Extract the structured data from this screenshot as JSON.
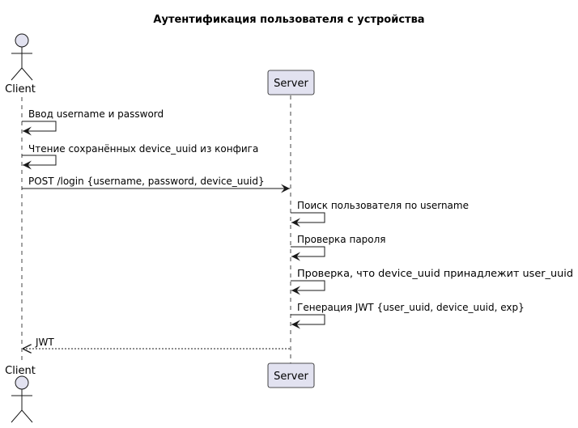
{
  "diagram": {
    "type": "sequence",
    "title": "Аутентификация пользователя с устройства",
    "participants": [
      {
        "id": "client",
        "label": "Client",
        "kind": "actor"
      },
      {
        "id": "server",
        "label": "Server",
        "kind": "participant"
      }
    ],
    "messages": [
      {
        "from": "client",
        "to": "client",
        "label": "Ввод username и password",
        "style": "solid"
      },
      {
        "from": "client",
        "to": "client",
        "label": "Чтение сохранённых device_uuid из конфига",
        "style": "solid"
      },
      {
        "from": "client",
        "to": "server",
        "label": "POST /login {username, password, device_uuid}",
        "style": "solid"
      },
      {
        "from": "server",
        "to": "server",
        "label": "Поиск пользователя по username",
        "style": "solid"
      },
      {
        "from": "server",
        "to": "server",
        "label": "Проверка пароля",
        "style": "solid"
      },
      {
        "from": "server",
        "to": "server",
        "label": "Проверка, что device_uuid принадлежит user_uuid",
        "style": "solid"
      },
      {
        "from": "server",
        "to": "server",
        "label": "Генерация JWT {user_uuid, device_uuid, exp}",
        "style": "solid"
      },
      {
        "from": "server",
        "to": "client",
        "label": "JWT",
        "style": "dashed"
      }
    ],
    "colors": {
      "participant_fill": "#E2E2F0",
      "participant_border": "#181818",
      "lifeline": "#181818",
      "arrow": "#181818"
    }
  }
}
